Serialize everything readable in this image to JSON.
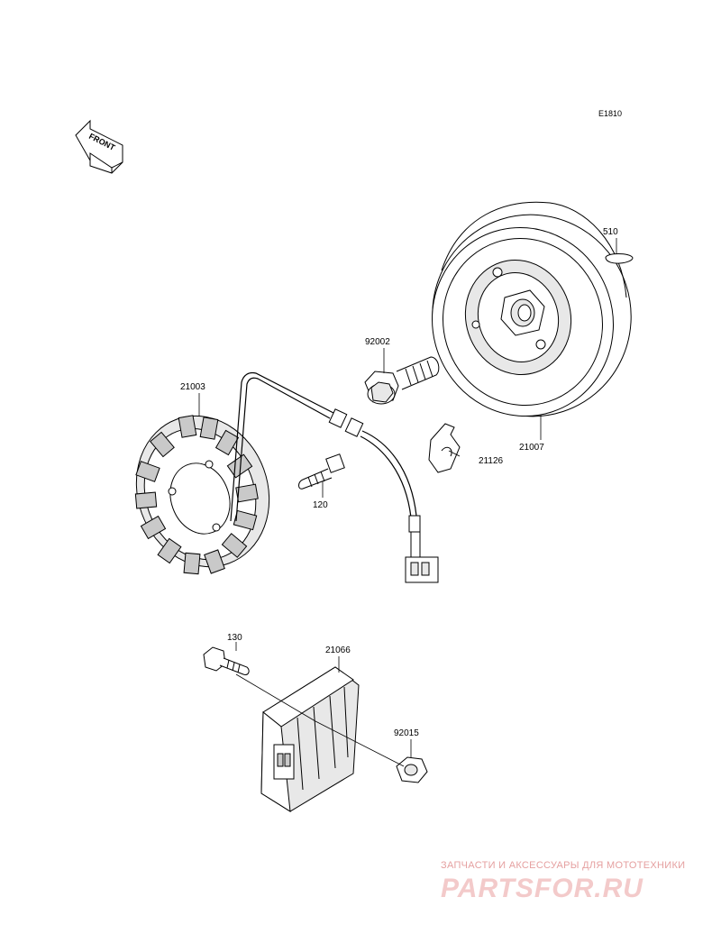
{
  "diagram": {
    "ref_code": "E1810",
    "front_label": "FRONT",
    "parts": {
      "p510": "510",
      "p92002": "92002",
      "p21003": "21003",
      "p120": "120",
      "p21126": "21126",
      "p21007": "21007",
      "p130": "130",
      "p21066": "21066",
      "p92015": "92015"
    }
  },
  "watermark": {
    "tagline": "ЗАПЧАСТИ И АКСЕССУАРЫ ДЛЯ МОТОТЕХНИКИ",
    "logo": "PARTSFOR.RU"
  }
}
